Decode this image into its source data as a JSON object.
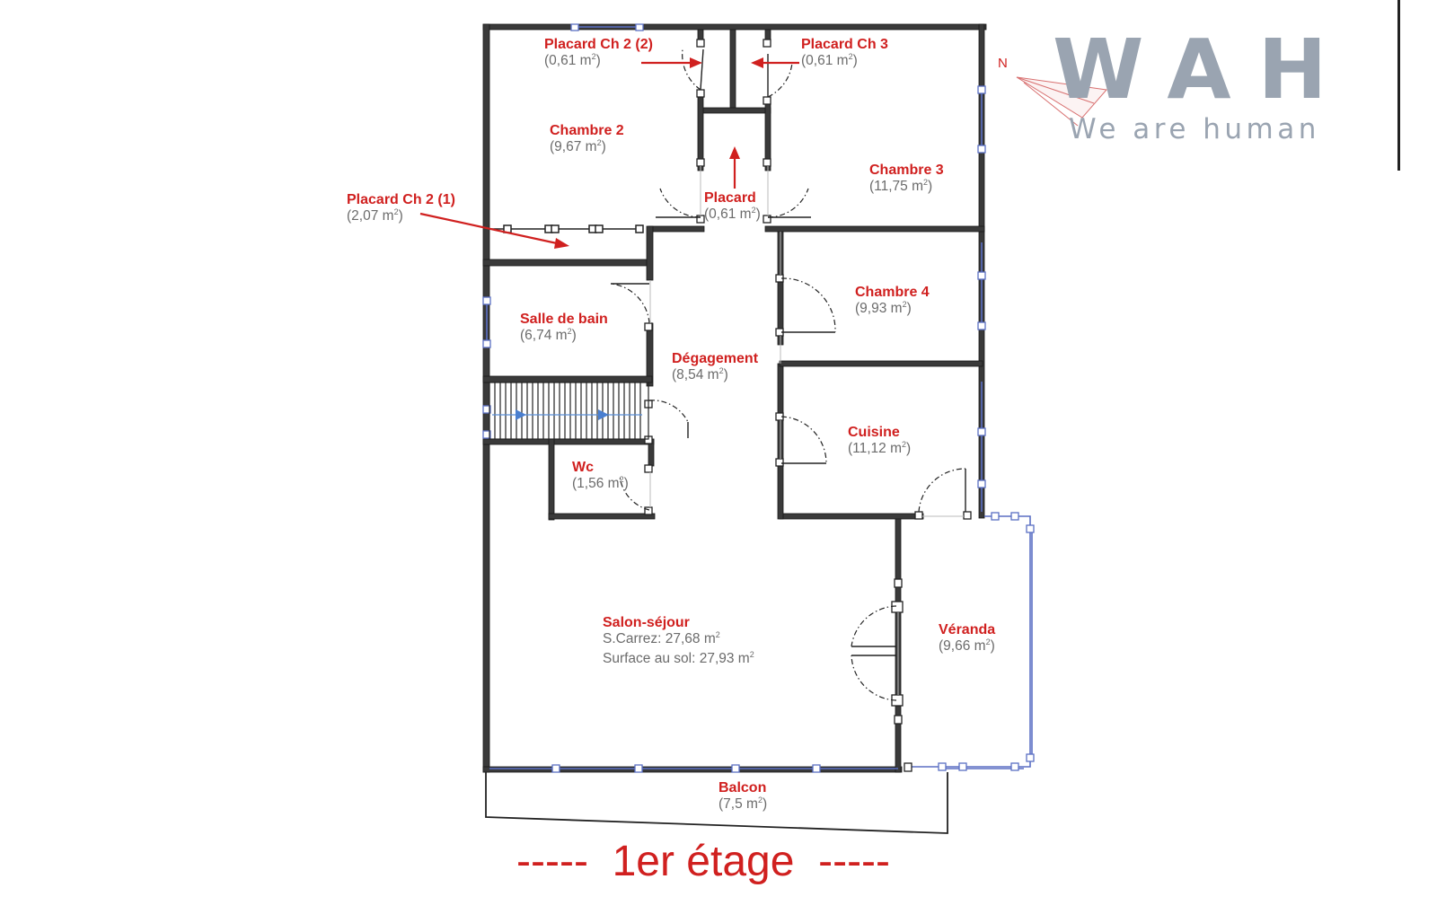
{
  "brand": {
    "letters": "WAH",
    "tagline": "We are human"
  },
  "compass": {
    "label": "N"
  },
  "floor_title": "-----  1er étage  -----",
  "rooms": {
    "placard_ch2_2": {
      "name": "Placard Ch 2 (2)",
      "area": "(0,61 m",
      "unit": ")"
    },
    "placard_ch3": {
      "name": "Placard Ch 3",
      "area": "(0,61 m",
      "unit": ")"
    },
    "chambre2": {
      "name": "Chambre 2",
      "area": "(9,67 m",
      "unit": ")"
    },
    "chambre3": {
      "name": "Chambre 3",
      "area": "(11,75 m",
      "unit": ")"
    },
    "placard": {
      "name": "Placard",
      "area": "(0,61 m",
      "unit": ")"
    },
    "placard_ch2_1": {
      "name": "Placard Ch 2 (1)",
      "area": "(2,07 m",
      "unit": ")"
    },
    "chambre4": {
      "name": "Chambre 4",
      "area": "(9,93 m",
      "unit": ")"
    },
    "salle_de_bain": {
      "name": "Salle de bain",
      "area": "(6,74 m",
      "unit": ")"
    },
    "degagement": {
      "name": "Dégagement",
      "area": "(8,54 m",
      "unit": ")"
    },
    "cuisine": {
      "name": "Cuisine",
      "area": "(11,12 m",
      "unit": ")"
    },
    "wc": {
      "name": "Wc",
      "area": "(1,56 m",
      "unit": ")"
    },
    "salon": {
      "name": "Salon-séjour",
      "carrez": "S.Carrez: 27,68 m",
      "sol": "Surface au sol: 27,93 m"
    },
    "veranda": {
      "name": "Véranda",
      "area": "(9,66 m",
      "unit": ")"
    },
    "balcon": {
      "name": "Balcon",
      "area": "(7,5 m",
      "unit": ")"
    }
  },
  "colors": {
    "wall": "#3a3a3a",
    "window": "#5b6fc4",
    "label": "#d0201f",
    "area": "#6b6b6b",
    "logo": "#9aa4b1"
  }
}
